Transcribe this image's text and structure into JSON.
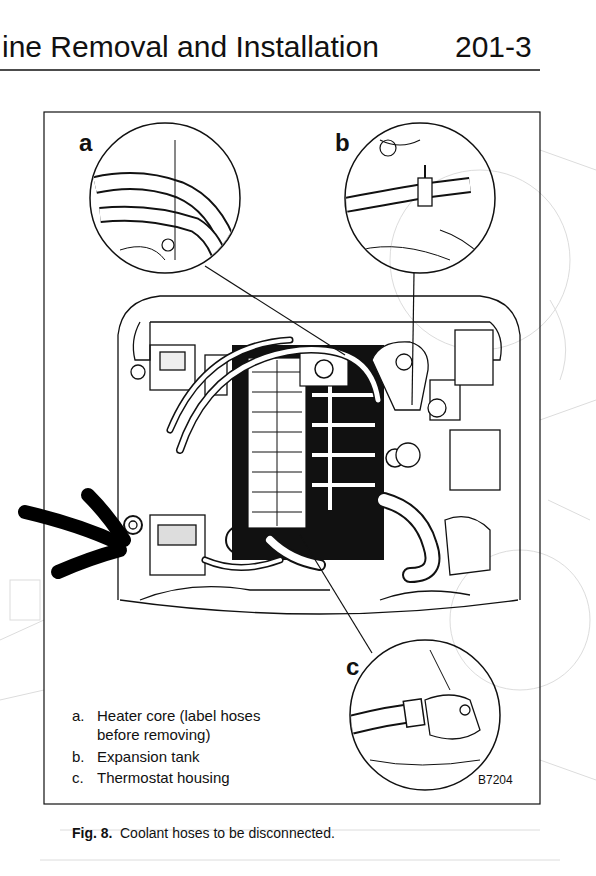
{
  "diagram": {
    "title": "ine Removal and Installation",
    "caption": "Coolant hoses to be disconnected.",
    "labels": [
      "201-3",
      "a",
      "b",
      "c",
      "a.",
      "Heater core (label hoses before removing)",
      "b.",
      "Expansion tank",
      "c.",
      "Thermostat housing",
      "B7204",
      "Fig. 8."
    ]
  }
}
